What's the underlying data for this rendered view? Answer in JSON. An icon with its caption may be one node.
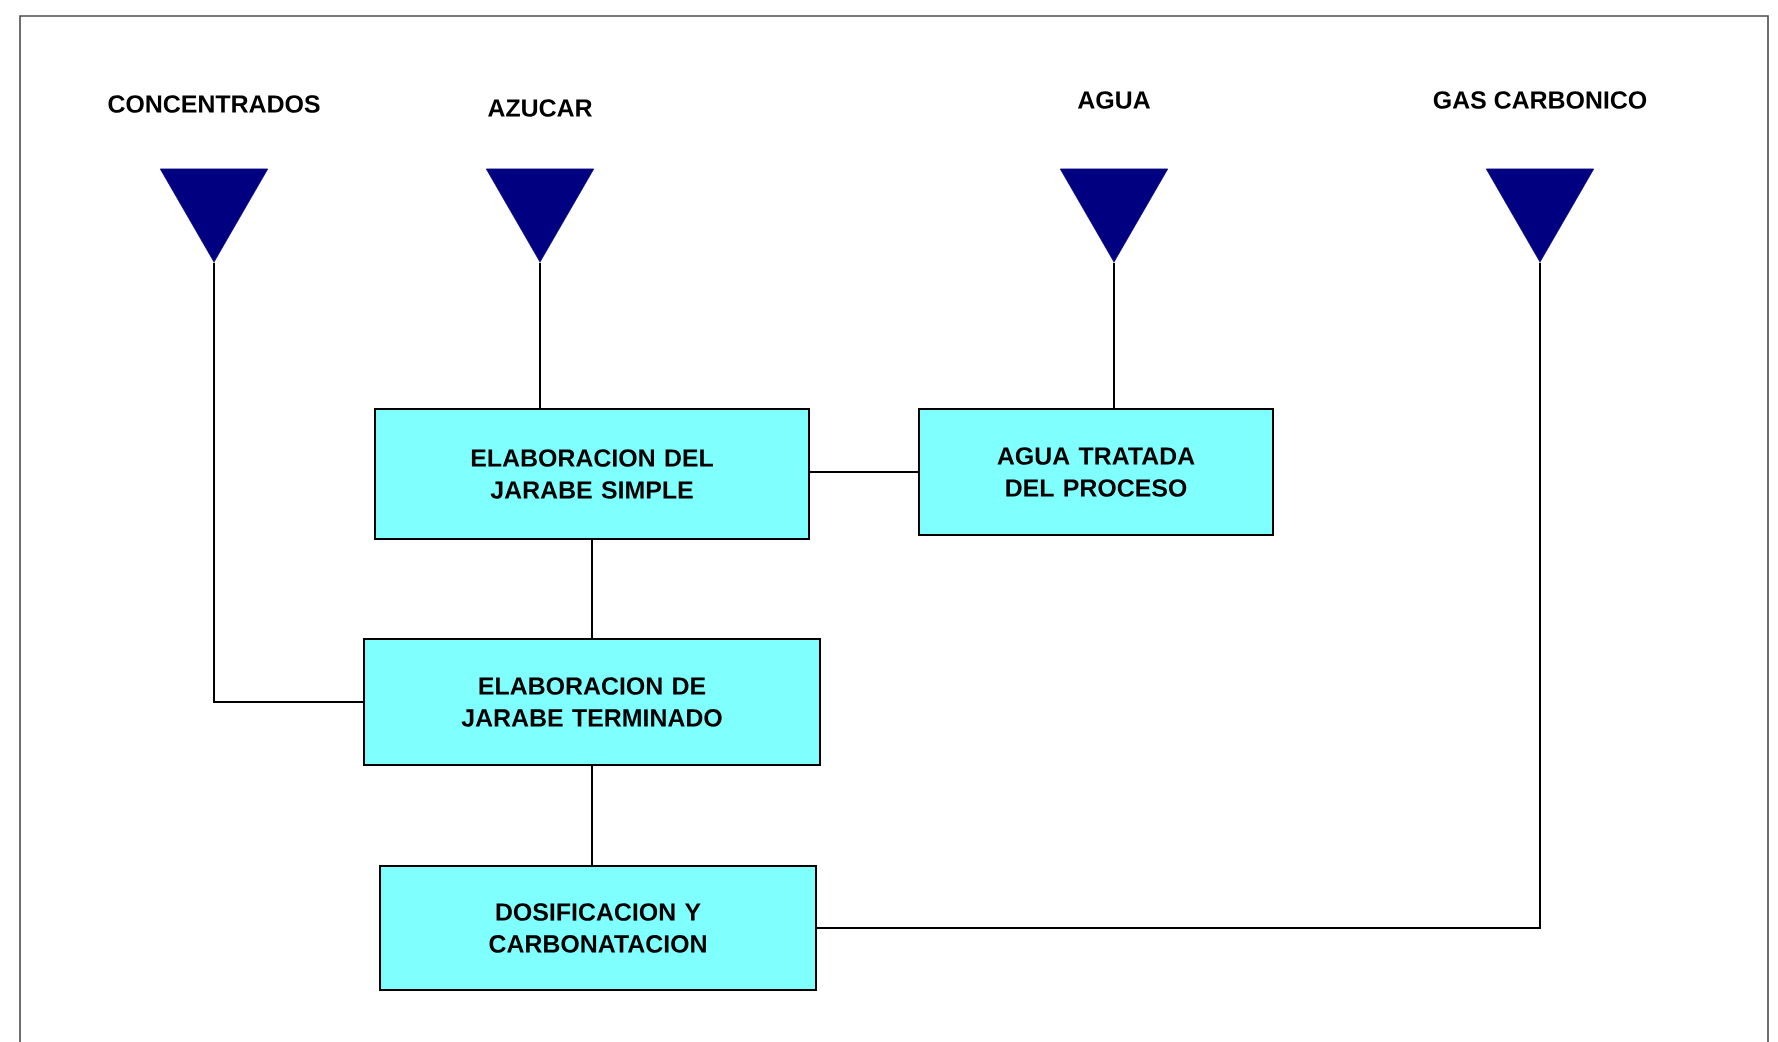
{
  "diagram": {
    "nodes": [
      {
        "text": [
          "CONCENTRADOS"
        ]
      },
      {
        "text": [
          "AZUCAR"
        ]
      },
      {
        "text": [
          "AGUA"
        ]
      },
      {
        "text": [
          "GAS CARBONICO"
        ]
      },
      {
        "text": [
          "ELABORACION DEL JARABE SIMPLE"
        ]
      },
      {
        "text": [
          "AGUA TRATADA DEL PROCESO"
        ]
      },
      {
        "text": [
          "ELABORACION DE JARABE TERMINADO"
        ]
      },
      {
        "text": [
          "DOSIFICACION Y CARBONATACION"
        ]
      }
    ],
    "edges": [
      {
        "from": 1,
        "to": 4,
        "arrow": "none"
      },
      {
        "from": 2,
        "to": 5,
        "arrow": "none"
      },
      {
        "from": 5,
        "to": 4,
        "arrow": "none"
      },
      {
        "from": 4,
        "to": 6,
        "arrow": "none"
      },
      {
        "from": 0,
        "to": 6,
        "arrow": "none"
      },
      {
        "from": 6,
        "to": 7,
        "arrow": "none"
      },
      {
        "from": 3,
        "to": 7,
        "arrow": "none"
      }
    ]
  }
}
